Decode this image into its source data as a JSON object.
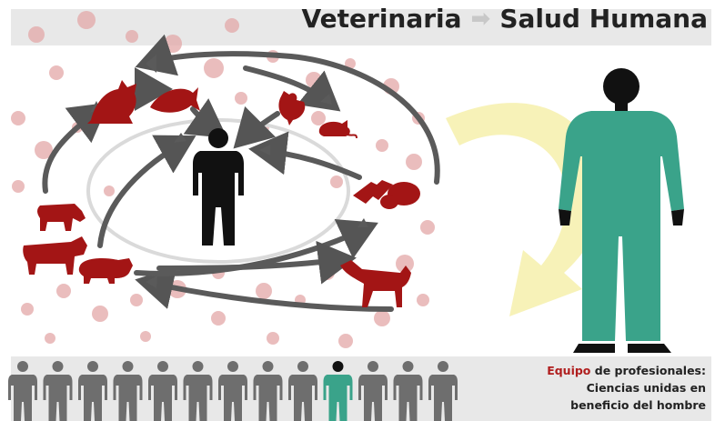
{
  "header": {
    "title_from": "Veterinaria",
    "title_arrow": "➡",
    "title_to": "Salud Humana"
  },
  "colors": {
    "animal": "#a31515",
    "human_center": "#111111",
    "doctor_scrubs": "#3aa38a",
    "team_gray": "#6e6e6e",
    "cycle_arrow": "#555555",
    "big_arrow": "#f6f1b0",
    "dots": "#e3a8a8",
    "bar_bg": "#e8e8e8"
  },
  "diagram": {
    "animals": [
      "cat-icon",
      "fish-icon",
      "chicken-icon",
      "mouse-icon",
      "meat-icon",
      "dog-icon",
      "pig-icon",
      "cow-icon",
      "calf-icon"
    ],
    "center_figure": "human-icon",
    "right_figure": "doctor-icon"
  },
  "team": {
    "total_figures": 13,
    "highlighted_index": 9
  },
  "caption": {
    "equipo": "Equipo",
    "rest_line1": " de profesionales:",
    "line2": "Ciencias unidas en",
    "line3": "beneficio del hombre"
  }
}
